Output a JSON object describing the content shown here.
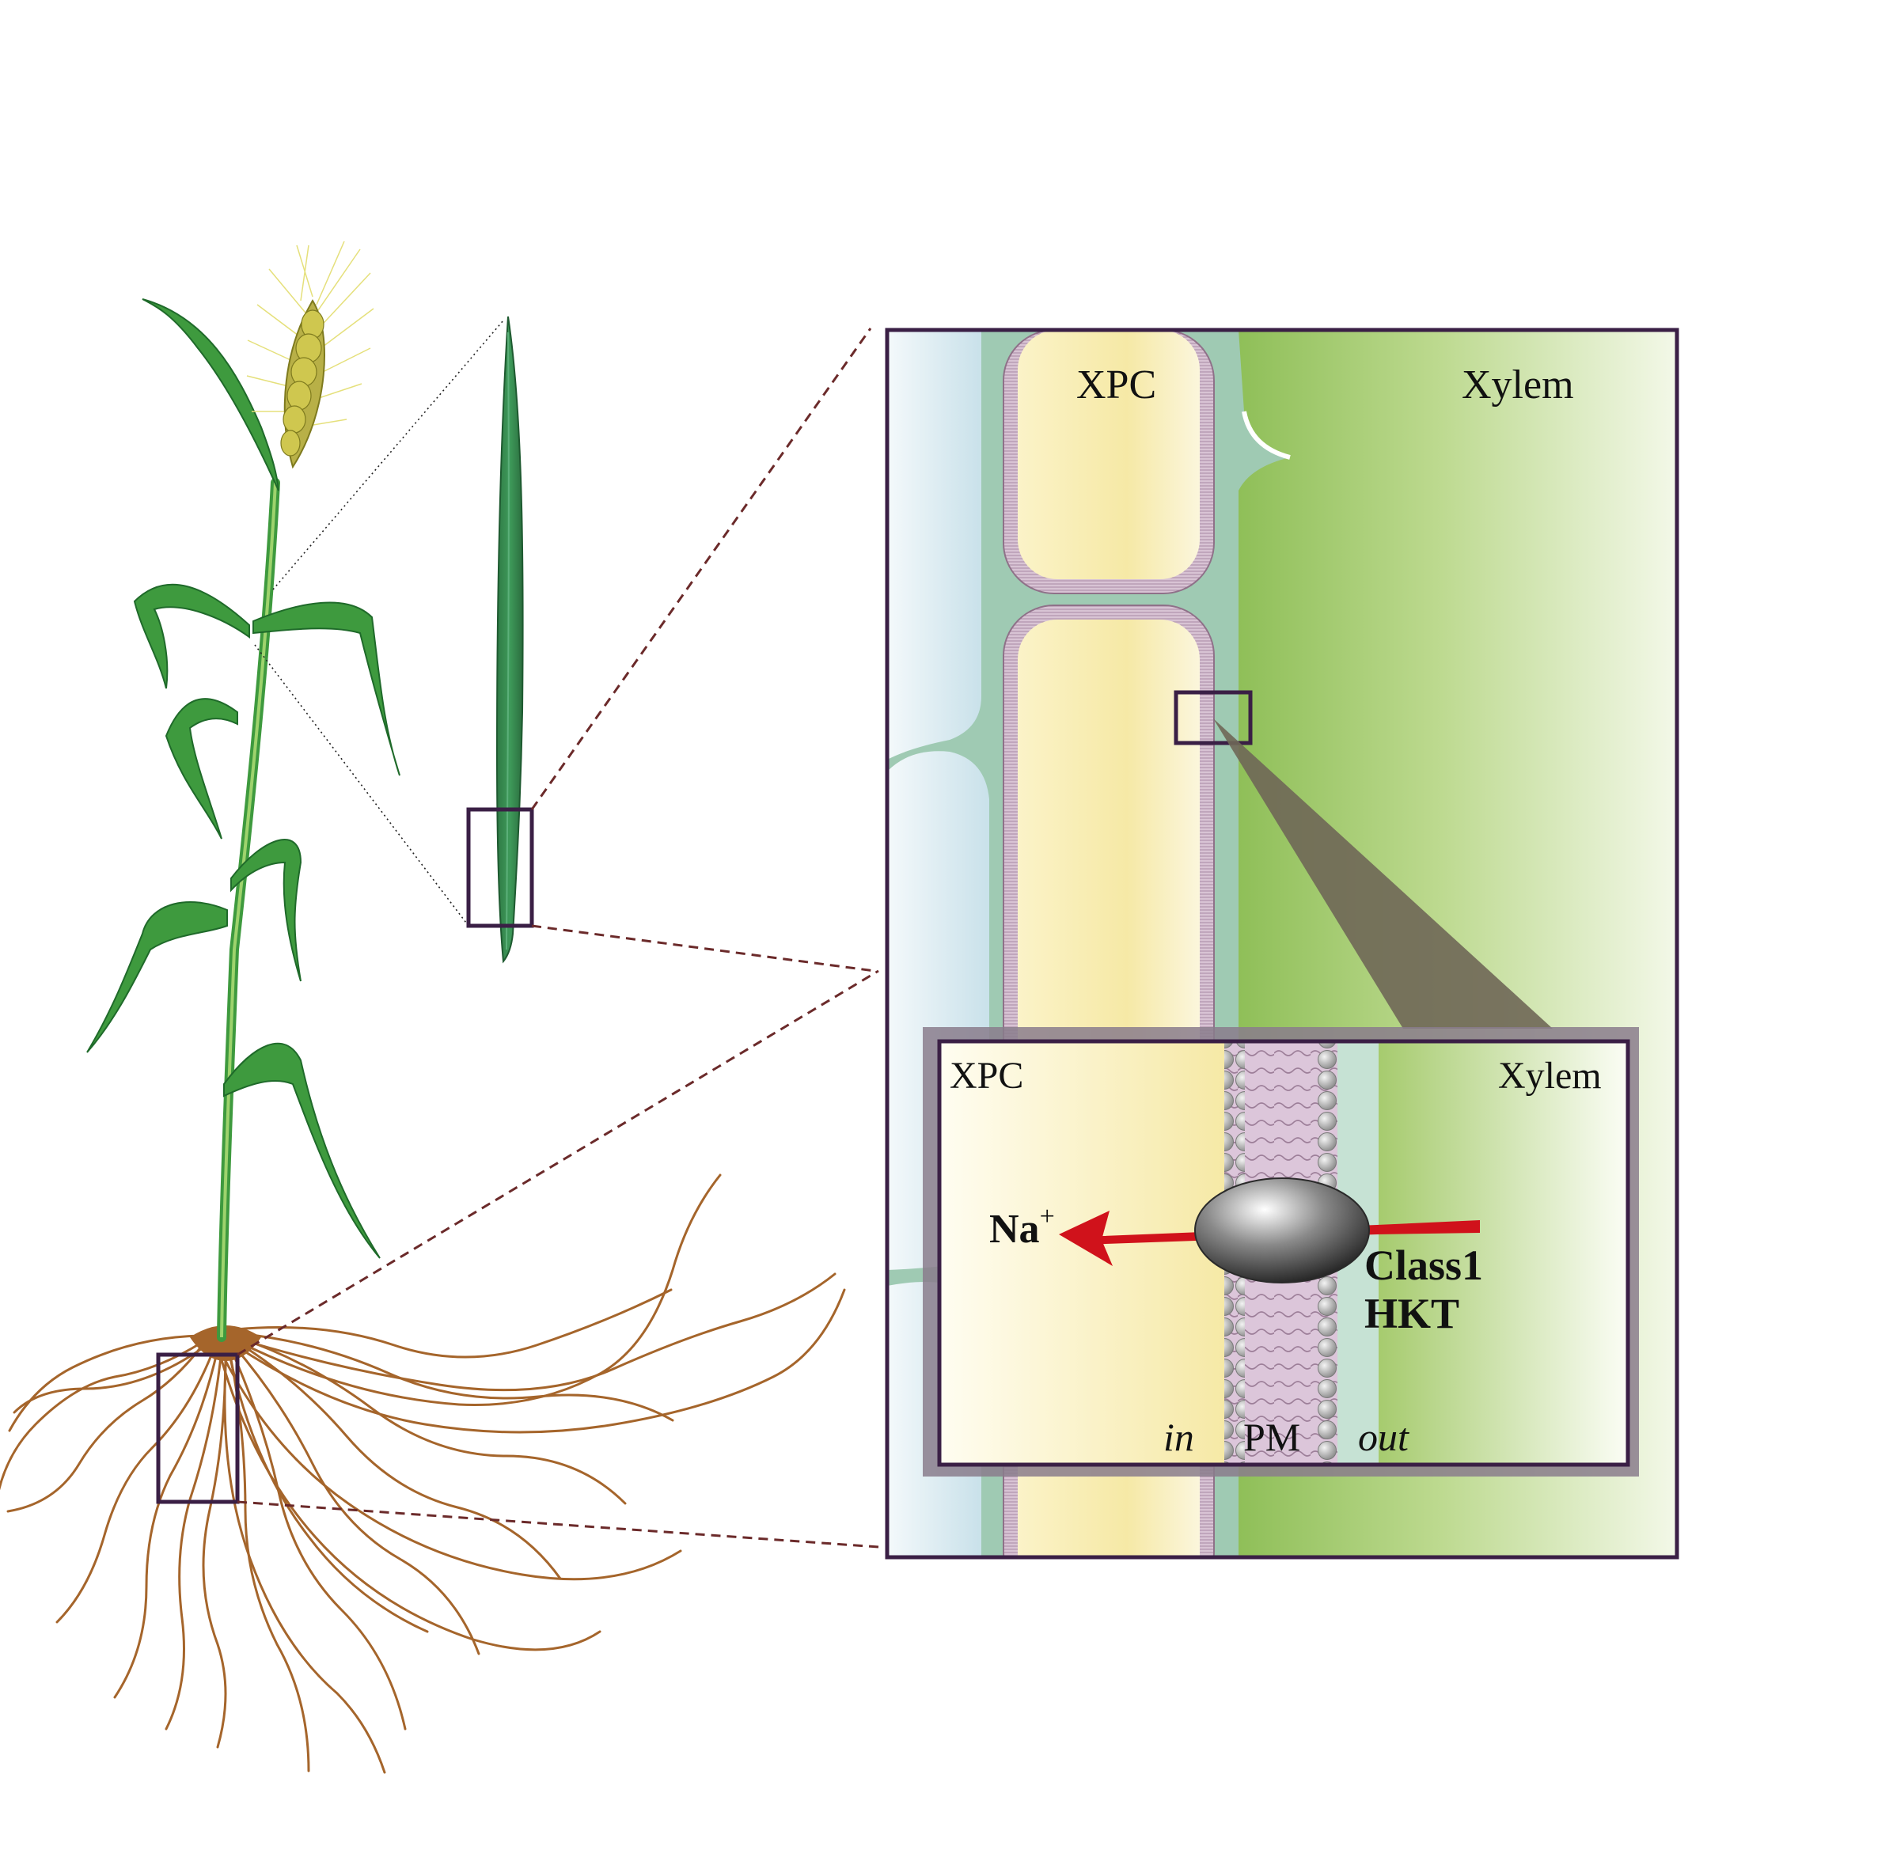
{
  "diagram": {
    "main_panel": {
      "left_label": "XPC",
      "right_label": "Xylem"
    },
    "inset_panel": {
      "left_label": "XPC",
      "right_label": "Xylem",
      "ion": "Na",
      "ion_charge": "+",
      "transporter_line1": "Class1",
      "transporter_line2": "HKT",
      "inside_label": "in",
      "membrane_label": "PM",
      "outside_label": "out"
    },
    "colors": {
      "frame": "#3a1f45",
      "arrow": "#d0121b",
      "leader_line": "#6b2a2a",
      "xylem_green": "#a6cb6e",
      "xpc_yellow": "#f6e9a0",
      "apoplast_green": "#8fc2a6",
      "membrane_pink": "#d7bcd2",
      "stem_green": "#3e9a3e",
      "root_brown": "#a5652b"
    }
  }
}
